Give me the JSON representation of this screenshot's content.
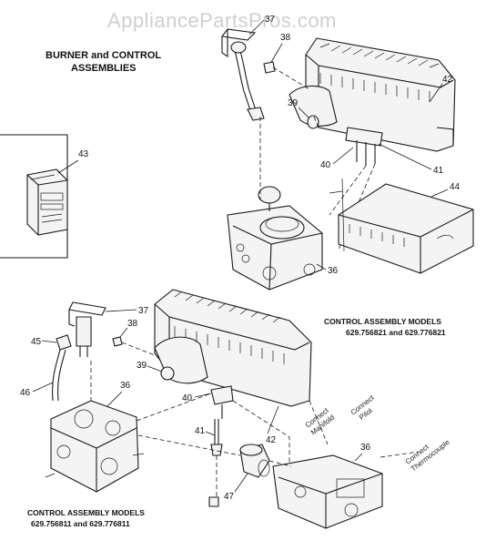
{
  "watermark": "AppliancePartsPros.com",
  "title": [
    "BURNER and CONTROL",
    "ASSEMBLIES"
  ],
  "captions": {
    "upper": [
      "CONTROL ASSEMBLY MODELS",
      "629.756821 and 629.776821"
    ],
    "lower": [
      "CONTROL ASSEMBLY MODELS",
      "629.756811 and 629.776811"
    ]
  },
  "connect_labels": {
    "manifold": [
      "Connect",
      "Manifold"
    ],
    "pilot": [
      "Connect",
      "Pilot"
    ],
    "thermocouple": [
      "Connect",
      "Thermocouple"
    ]
  },
  "callouts": {
    "c37a": "37",
    "c38a": "38",
    "c42a": "42",
    "c39a": "39",
    "c40a": "40",
    "c41a": "41",
    "c43": "43",
    "c44": "44",
    "c36a": "36",
    "c37b": "37",
    "c38b": "38",
    "c45": "45",
    "c39b": "39",
    "c46": "46",
    "c36b": "36",
    "c40b": "40",
    "c41b": "41",
    "c42b": "42",
    "c47": "47",
    "c36c": "36"
  }
}
